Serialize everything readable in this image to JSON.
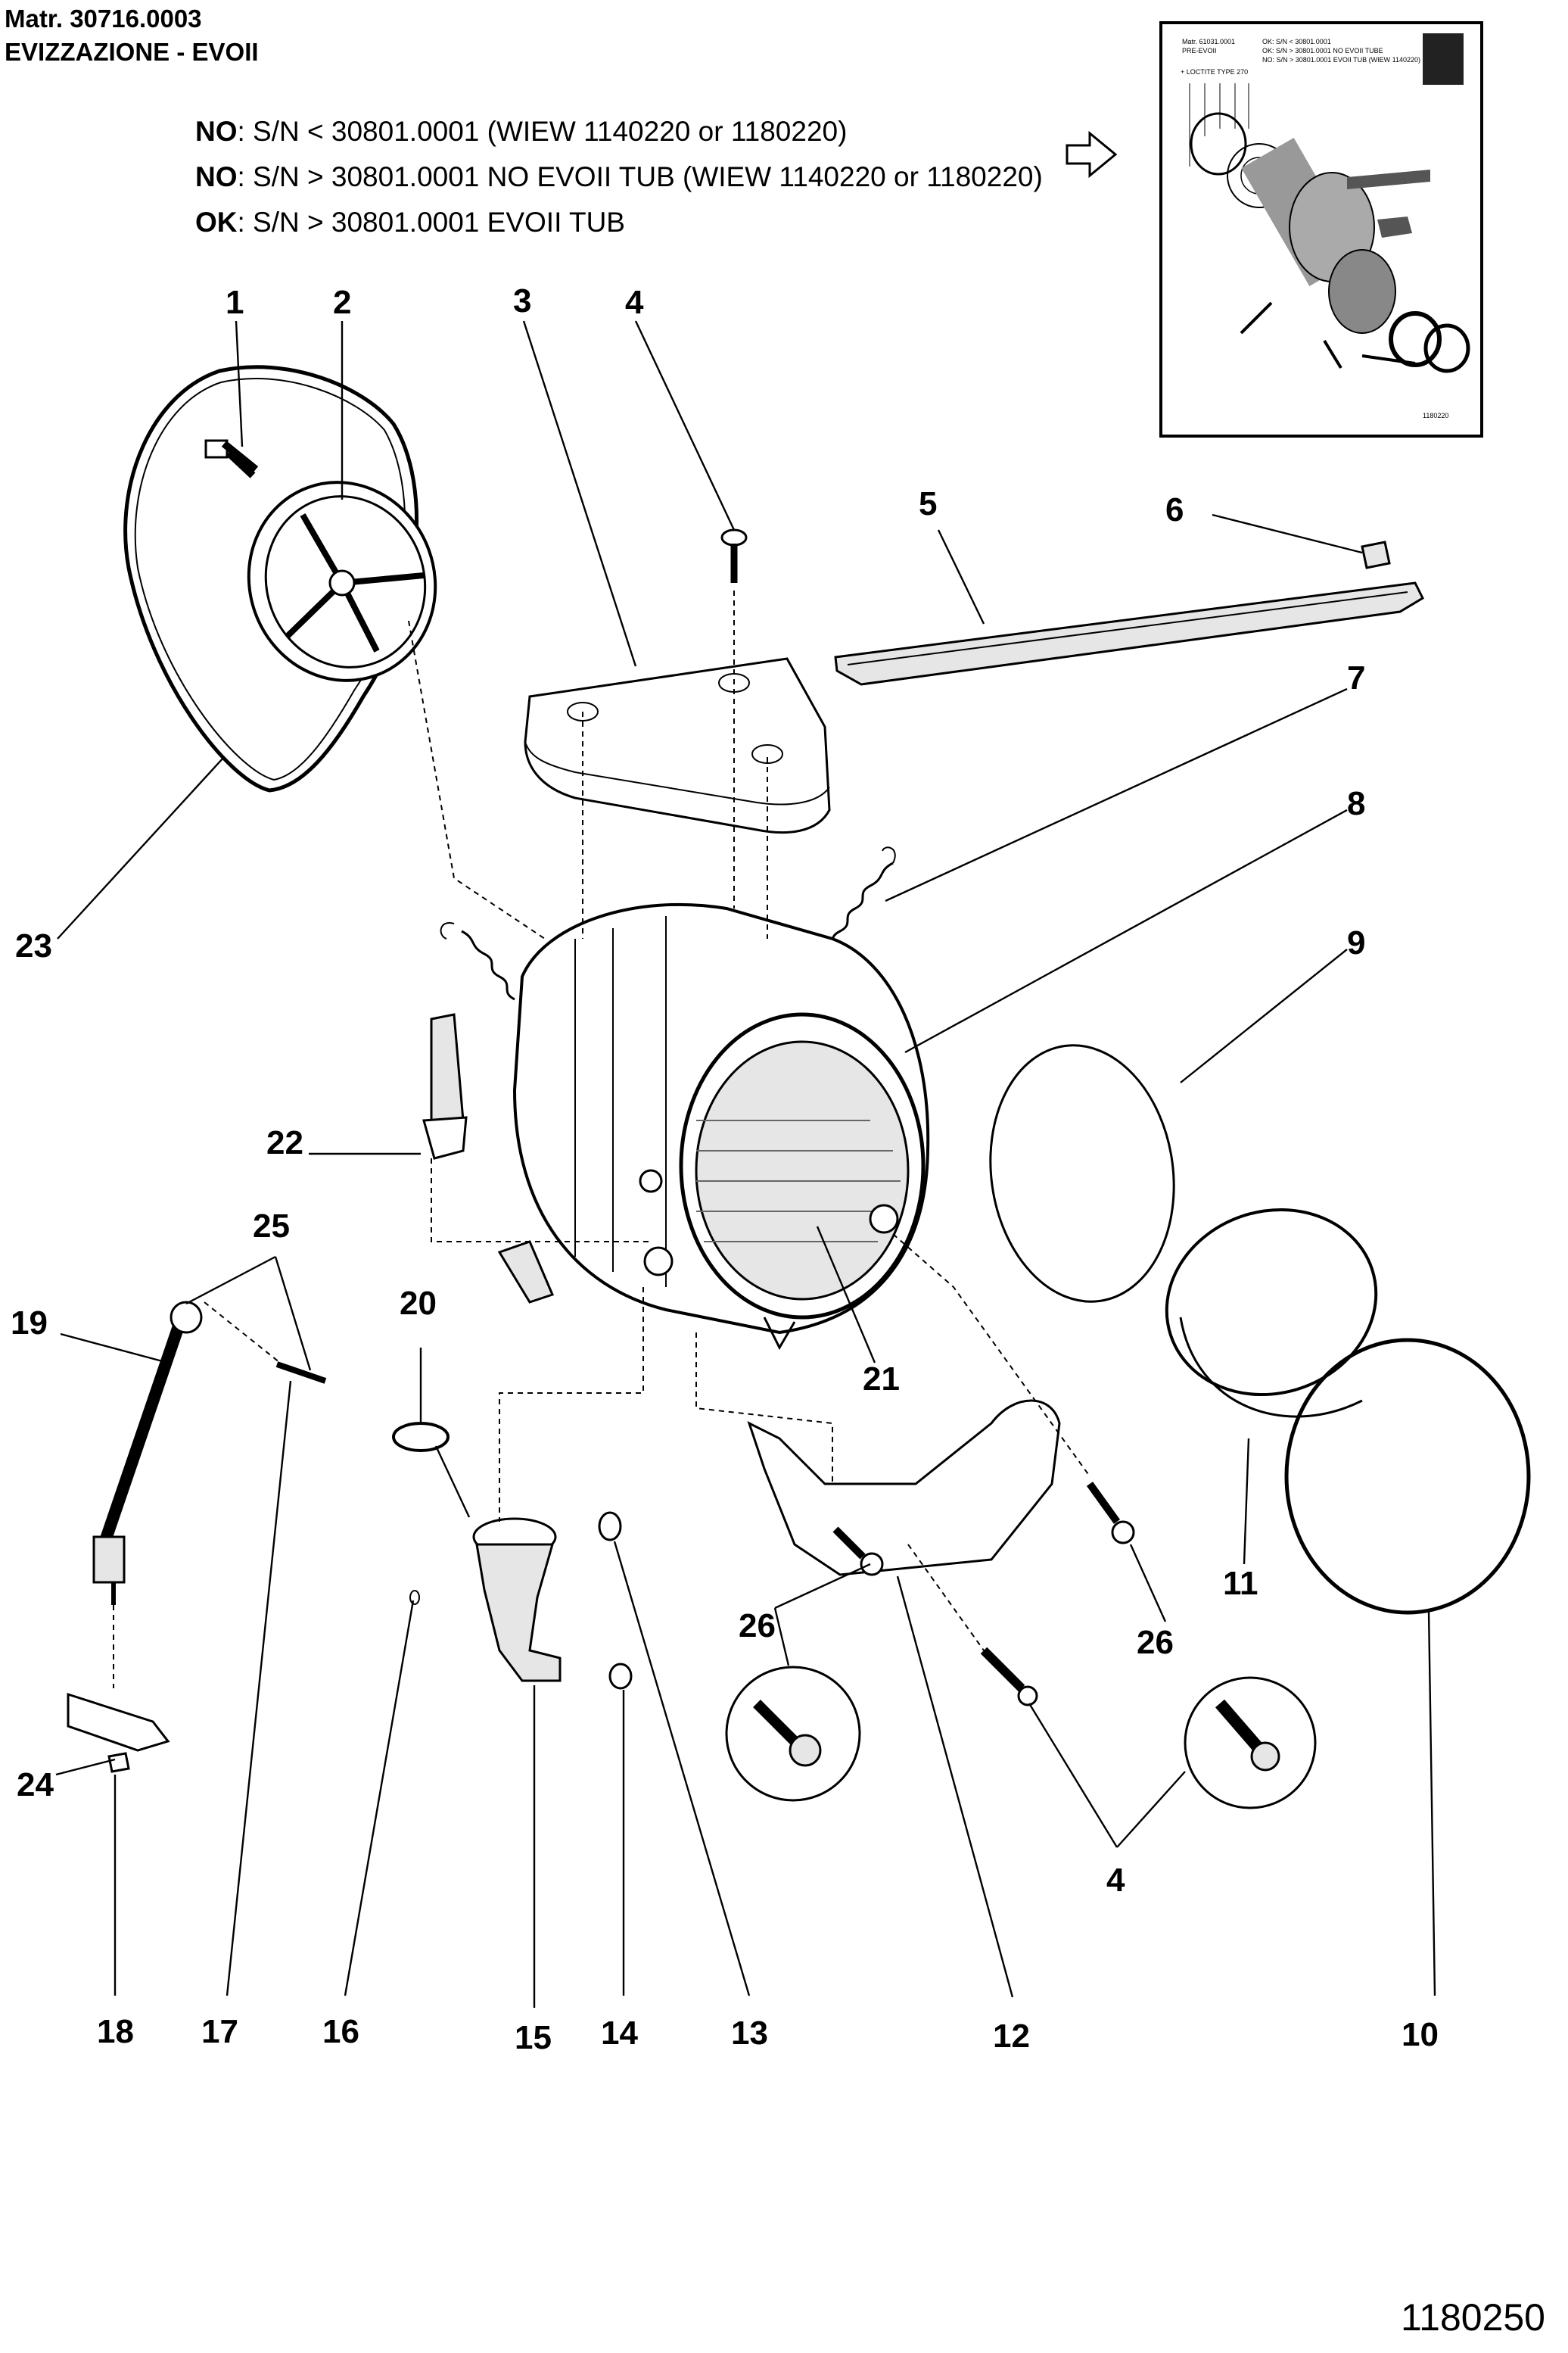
{
  "header": {
    "matr": "Matr. 30716.0003",
    "title": "EVIZZAZIONE - EVOII"
  },
  "notes": [
    {
      "status": "NO",
      "text": ": S/N < 30801.0001 (WIEW 1140220 or 1180220)"
    },
    {
      "status": "NO",
      "text": ": S/N > 30801.0001 NO EVOII TUB (WIEW 1140220 or 1180220)"
    },
    {
      "status": "OK",
      "text": ": S/N > 30801.0001 EVOII TUB"
    }
  ],
  "inset": {
    "left_lines": [
      "Matr. 61031.0001",
      "PRE-EVOII"
    ],
    "right_lines": [
      "OK: S/N < 30801.0001",
      "OK: S/N > 30801.0001 NO EVOII TUBE",
      "NO: S/N > 30801.0001 EVOII TUB (WIEW 1140220)"
    ],
    "loctite": "+ LOCTITE TYPE 270",
    "code": "1180220"
  },
  "callouts": [
    "1",
    "2",
    "3",
    "4",
    "5",
    "6",
    "7",
    "8",
    "9",
    "23",
    "22",
    "25",
    "19",
    "20",
    "21",
    "11",
    "26",
    "26",
    "24",
    "4",
    "18",
    "17",
    "16",
    "15",
    "14",
    "13",
    "12",
    "10"
  ],
  "document_number": "1180250"
}
